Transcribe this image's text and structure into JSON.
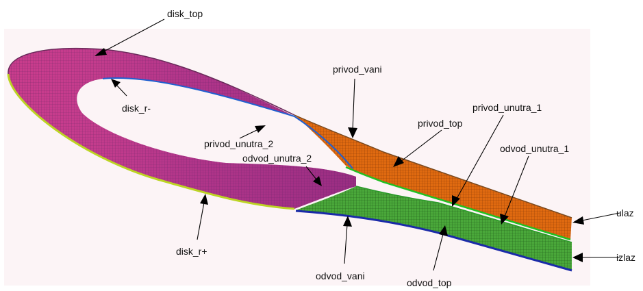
{
  "figure": {
    "labels": {
      "disk_top": "disk_top",
      "disk_r_minus": "disk_r-",
      "disk_r_plus": "disk_r+",
      "privod_vani": "privod_vani",
      "privod_top": "privod_top",
      "privod_unutra_1": "privod_unutra_1",
      "privod_unutra_2": "privod_unutra_2",
      "odvod_unutra_1": "odvod_unutra_1",
      "odvod_unutra_2": "odvod_unutra_2",
      "odvod_vani": "odvod_vani",
      "odvod_top": "odvod_top",
      "ulaz": "ulaz",
      "izlaz": "izlaz"
    },
    "colors": {
      "background": "#fcf5f6",
      "disk_mesh": "#c83c8c",
      "disk_mesh_dark": "#8c2a80",
      "inner_edge": "#2060d0",
      "outer_edge": "#b8d020",
      "privod_mesh": "#e06a10",
      "privod_edge": "#20c020",
      "odvod_mesh": "#48a838",
      "odvod_edge": "#1a2aa8"
    }
  }
}
